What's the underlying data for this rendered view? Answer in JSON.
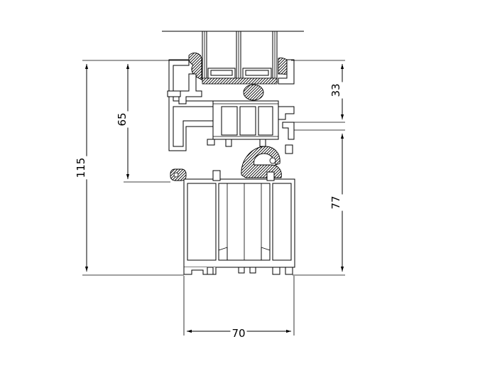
{
  "drawing": {
    "title": "",
    "dimensions": {
      "overall_height": "115",
      "sash_height": "65",
      "glazing_depth": "33",
      "frame_height": "77",
      "frame_width": "70"
    },
    "colors": {
      "line": "#000000",
      "background": "#ffffff",
      "gasket_hatch": "#000000"
    }
  }
}
